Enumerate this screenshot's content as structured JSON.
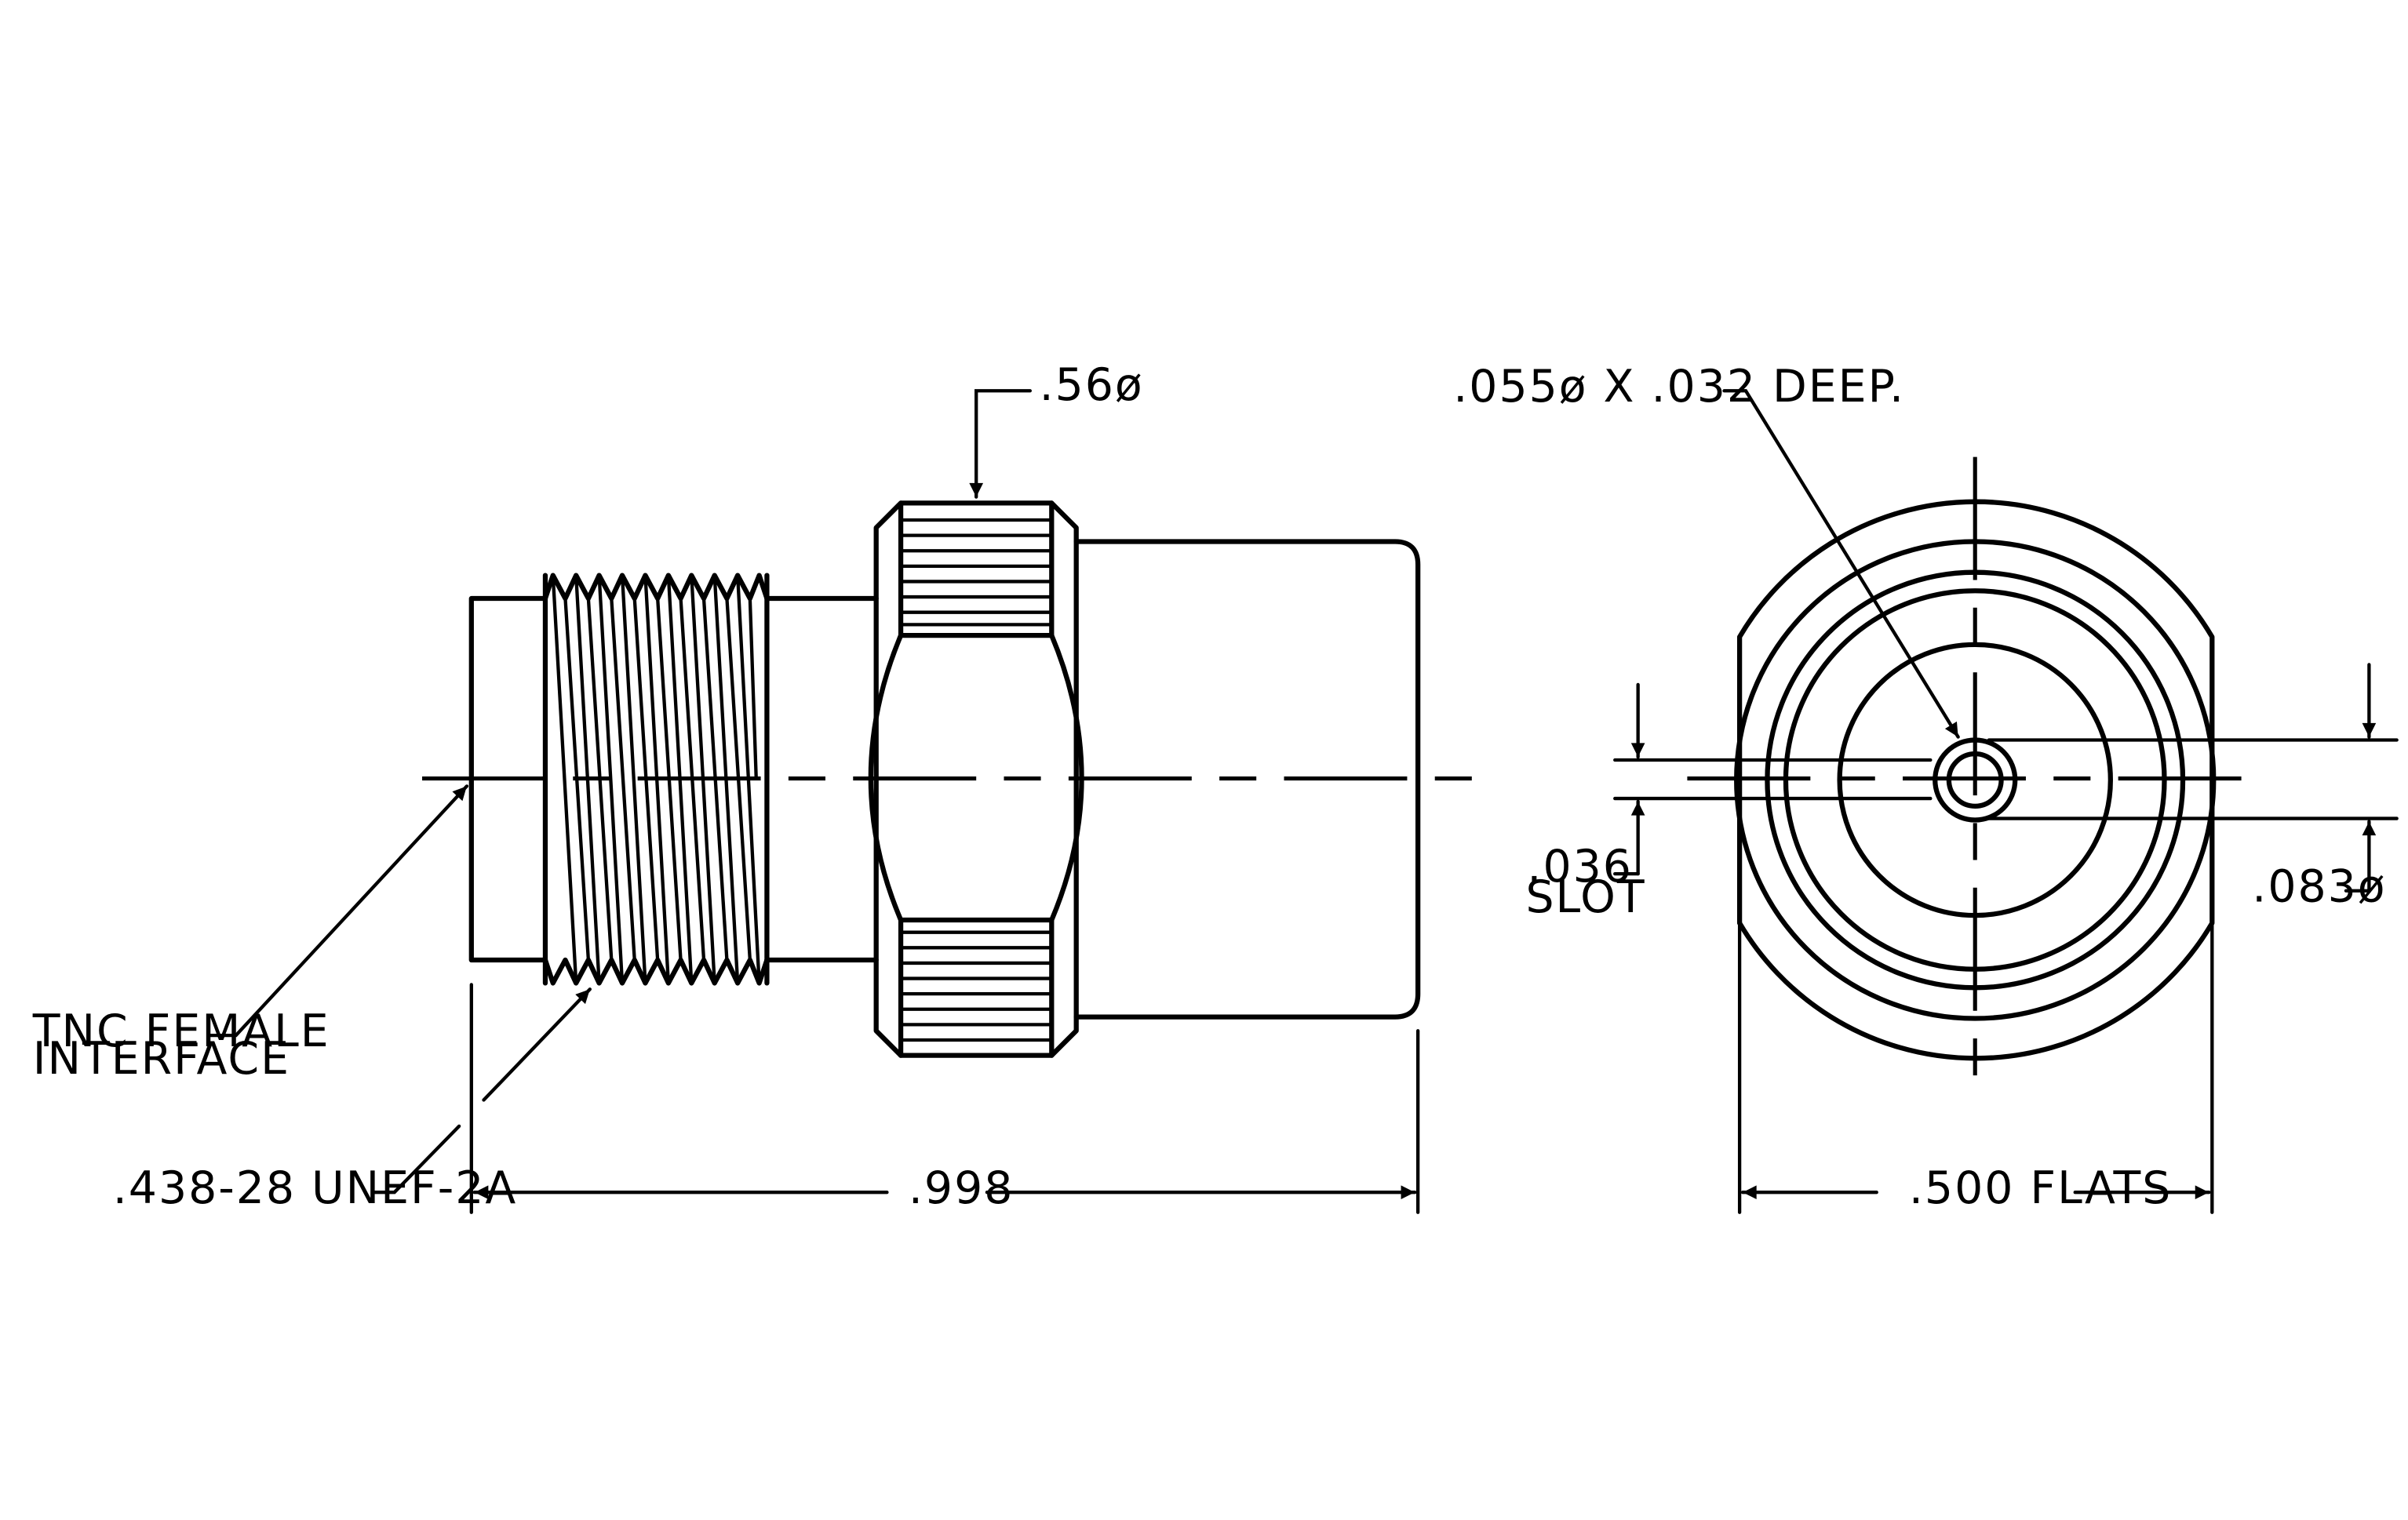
{
  "labels": {
    "dia_56": ".56ø",
    "hole": ".055ø X .032 DEEP.",
    "slot_value": ".036",
    "slot_word": "SLOT",
    "dia_083": ".083ø",
    "interface_line1": "TNC FEMALE",
    "interface_line2": "INTERFACE",
    "thread": ".438-28 UNEF-2A",
    "length": ".998",
    "flats": ".500 FLATS"
  }
}
